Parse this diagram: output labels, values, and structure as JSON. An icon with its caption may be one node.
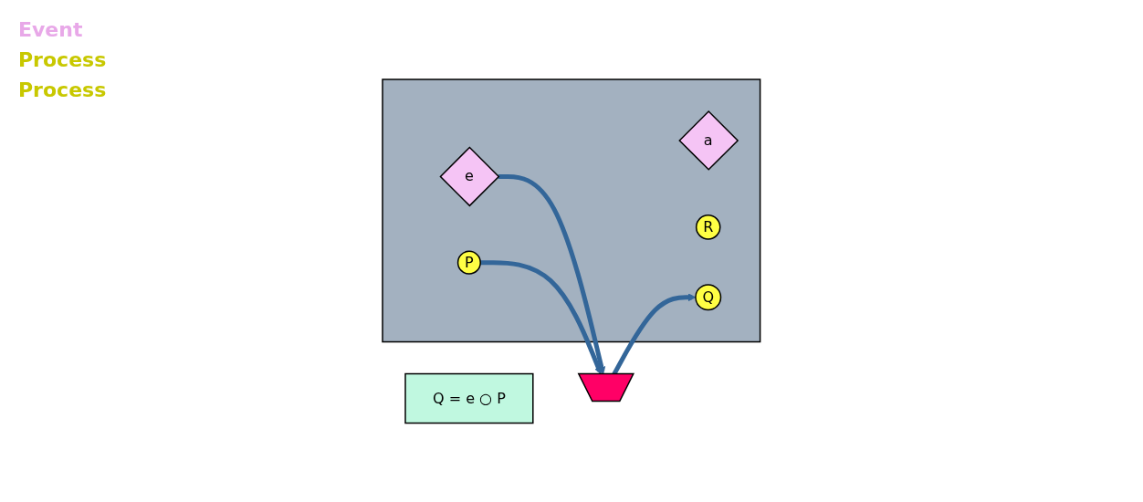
{
  "diagram": {
    "nodes": [
      {
        "text": [],
        "shape": "box"
      },
      {
        "text": [
          "a"
        ],
        "in": 0
      },
      {
        "text": [
          "e"
        ],
        "in": 0
      },
      {
        "text": [
          "P"
        ],
        "in": 0
      },
      {
        "text": [
          "R"
        ],
        "in": 0
      },
      {
        "text": [
          "Q"
        ],
        "in": 0
      },
      {
        "text": [],
        "shape": "trapezoid"
      },
      {
        "text": [
          "Q = e ○ P"
        ]
      }
    ],
    "edges": [
      {
        "from": 2,
        "to": 6,
        "arrow": "to"
      },
      {
        "from": 3,
        "to": 6,
        "arrow": "to"
      },
      {
        "from": 6,
        "to": 5,
        "arrow": "to"
      }
    ],
    "labels": [
      "Event",
      "Process",
      "Process"
    ]
  }
}
